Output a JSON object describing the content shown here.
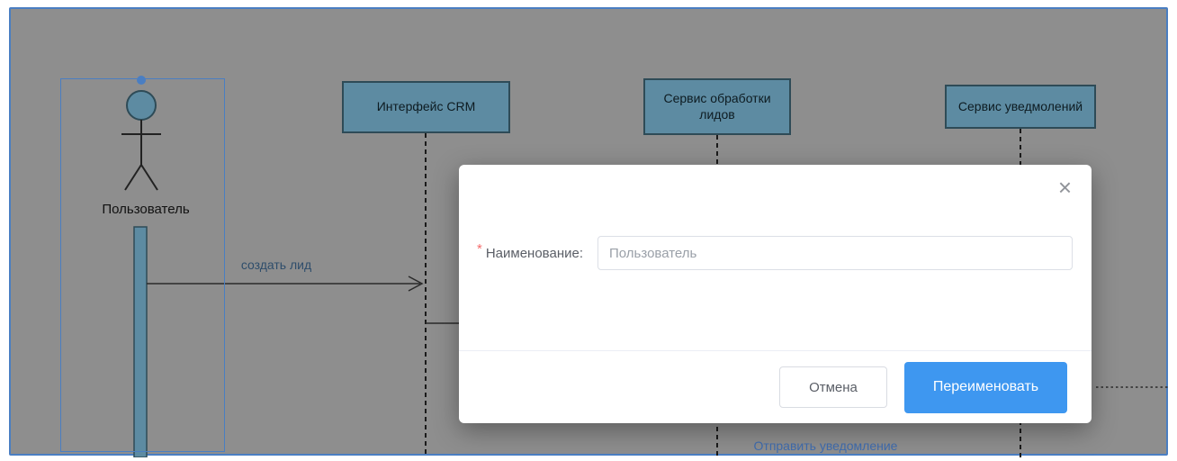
{
  "diagram": {
    "actor_label": "Пользователь",
    "lifelines": [
      {
        "label": "Интерфейс CRM"
      },
      {
        "label": "Сервис обработки лидов"
      },
      {
        "label": "Сервис уведмолений"
      }
    ],
    "messages": [
      {
        "label": "создать лид"
      },
      {
        "label": "Отправить уведомление"
      }
    ]
  },
  "dialog": {
    "close_icon": "×",
    "field": {
      "required_mark": "*",
      "label": "Наименование:",
      "value": "Пользователь"
    },
    "buttons": {
      "cancel": "Отмена",
      "confirm": "Переименовать"
    }
  },
  "colors": {
    "accent_blue": "#3e97f0",
    "box_fill": "#5d8ba2",
    "selection_blue": "#4a7ec2",
    "required_red": "#f56c6c",
    "overlay_gray": "#8e8e8e"
  }
}
